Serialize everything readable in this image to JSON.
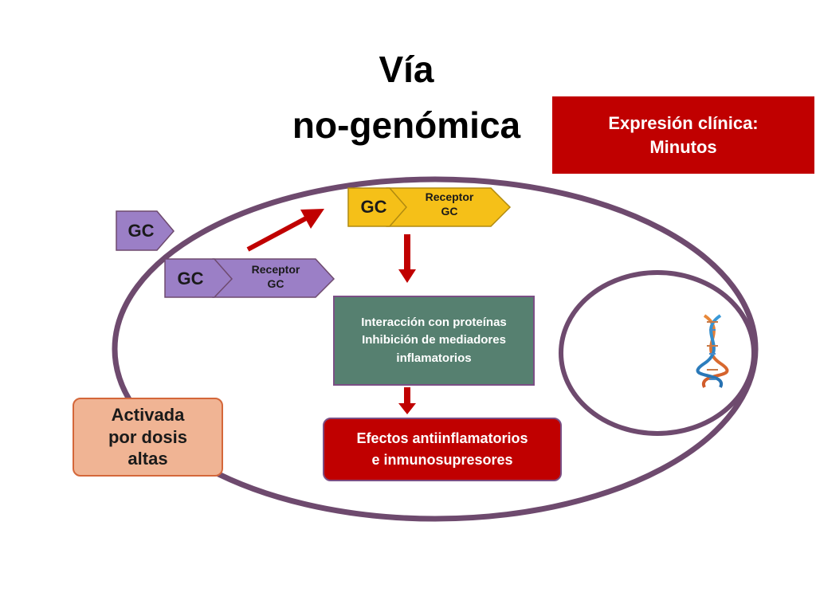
{
  "title": {
    "line1": "Vía",
    "line2": "no-genómica"
  },
  "clinical": {
    "line1": "Expresión clínica:",
    "line2": "Minutos"
  },
  "gc_free": {
    "label": "GC"
  },
  "gc_bound_lower": {
    "gc": "GC",
    "receptor_line1": "Receptor",
    "receptor_line2": "GC"
  },
  "gc_bound_upper": {
    "gc": "GC",
    "receptor_line1": "Receptor",
    "receptor_line2": "GC"
  },
  "interaction": {
    "line1": "Interacción con proteínas",
    "line2": "Inhibición de mediadores",
    "line3": "inflamatorios"
  },
  "effects": {
    "line1": "Efectos antiinflamatorios",
    "line2": "e inmunosupresores"
  },
  "activated": {
    "line1": "Activada",
    "line2": "por dosis",
    "line3": "altas"
  },
  "icons": {
    "dna": "dna-icon"
  },
  "colors": {
    "membrane": "#6e4a6e",
    "purple_arrow": "#9b7fc6",
    "gold_arrow": "#f5c018",
    "red": "#c00000",
    "green": "#568070",
    "peach": "#f0b494"
  }
}
